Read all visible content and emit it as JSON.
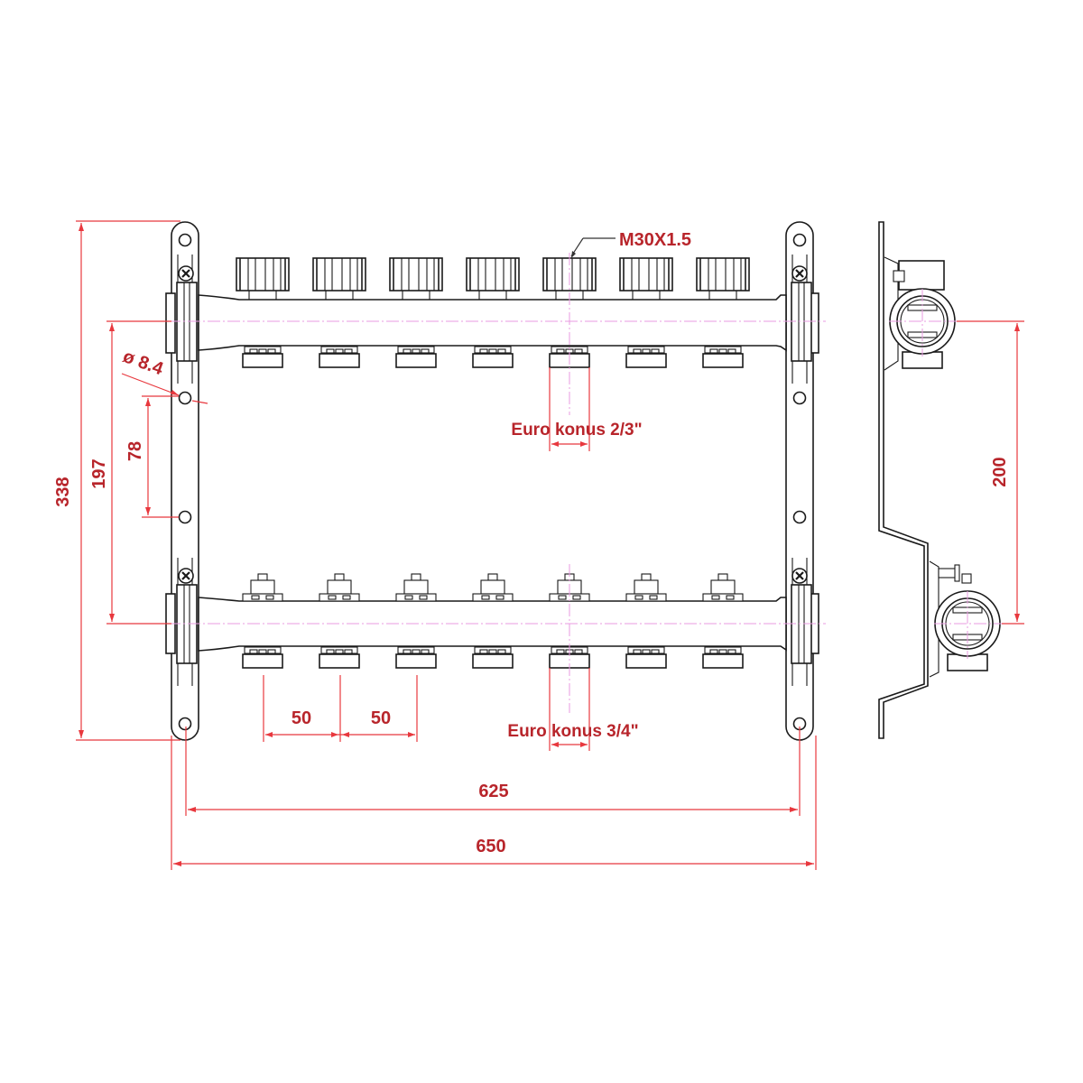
{
  "drawing": {
    "title": "Manifold technical drawing",
    "colors": {
      "line": "#1a1a1a",
      "dimension_line": "#e8383e",
      "dimension_text": "#b8252b",
      "center_line": "#e89be0"
    },
    "outlets_count": 7,
    "labels": {
      "thread": "M30X1.5",
      "hole_diameter": "ø 8.4",
      "euro_cone_top": "Euro konus 2/3\"",
      "euro_cone_bottom": "Euro konus 3/4\""
    },
    "dimensions": {
      "overall_height": "338",
      "axis_to_bottom": "197",
      "hole_spacing": "78",
      "side_axis_distance": "200",
      "outlet_pitch_1": "50",
      "outlet_pitch_2": "50",
      "bracket_hole_distance": "625",
      "overall_width": "650"
    }
  }
}
